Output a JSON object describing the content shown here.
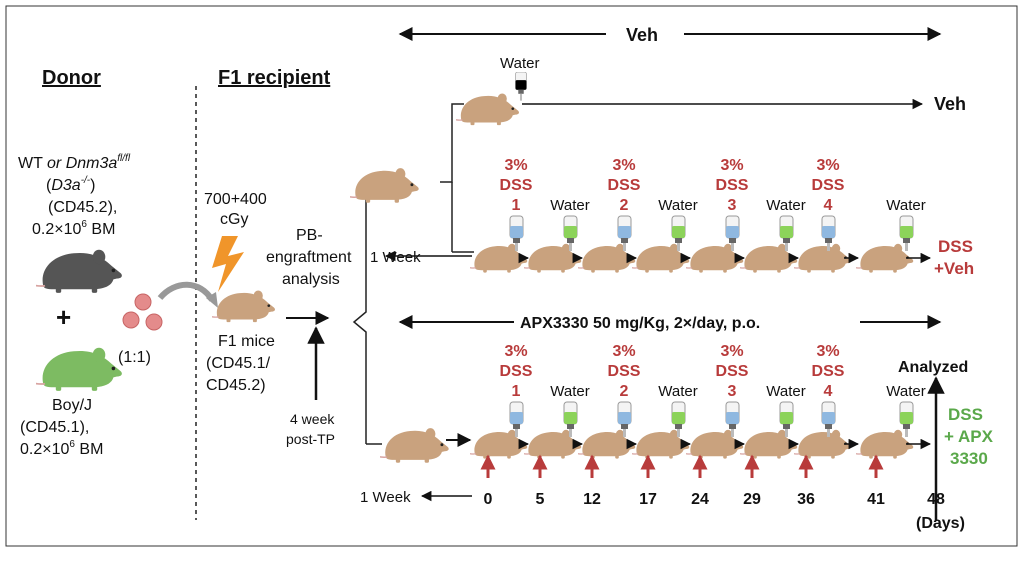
{
  "headers": {
    "donor": "Donor",
    "recipient": "F1 recipient"
  },
  "donor": {
    "wt_line1_a": "WT ",
    "wt_line1_b": "or Dnm3a",
    "wt_line1_sup": "fl/fl",
    "wt_line2": "D3a",
    "wt_line2_sup": "-/-",
    "wt_line3": "(CD45.2),",
    "wt_line4": "0.2×10",
    "wt_line4_sup": "6",
    "wt_line4_end": " BM",
    "plus": "+",
    "boy_line1": "Boy/J",
    "boy_line2": "(CD45.1),",
    "boy_line3": "0.2×10",
    "boy_line3_sup": "6",
    "boy_line3_end": " BM",
    "ratio": "(1:1)"
  },
  "recipient": {
    "dose_line1": "700+400",
    "dose_line2": "cGy",
    "mice_line1": "F1 mice",
    "mice_line2": "(CD45.1/",
    "mice_line3": "CD45.2)"
  },
  "analysis": {
    "line1": "PB-",
    "line2": "engraftment",
    "line3": "analysis",
    "timing1": "4 week",
    "timing2": "post-TP"
  },
  "arms": {
    "veh_top": "Veh",
    "veh_arm": "Veh",
    "water_top": "Water",
    "week_label_1": "1 Week",
    "week_label_2": "1 Week",
    "apx_label": "APX3330 50 mg/Kg, 2×/day, p.o.",
    "analyzed": "Analyzed",
    "dss_veh_1": "DSS",
    "dss_veh_2": "+Veh",
    "dss_apx_1": "DSS",
    "dss_apx_2": "+ APX",
    "dss_apx_3": "3330"
  },
  "cycles": [
    {
      "pct": "3%",
      "drug": "DSS",
      "num": "1"
    },
    {
      "pct": "3%",
      "drug": "DSS",
      "num": "2"
    },
    {
      "pct": "3%",
      "drug": "DSS",
      "num": "3"
    },
    {
      "pct": "3%",
      "drug": "DSS",
      "num": "4"
    }
  ],
  "water_label": "Water",
  "days": [
    "0",
    "5",
    "12",
    "17",
    "24",
    "29",
    "36",
    "41",
    "48"
  ],
  "days_unit": "(Days)",
  "colors": {
    "red": "#b83b3b",
    "green": "#5aa84a",
    "mouse_brown": "#c9a27e",
    "mouse_gray": "#555555",
    "mouse_green": "#7dbb62",
    "bolt": "#f0952a",
    "cells": "#e48b8b",
    "bottle_blue": "#8fb8e0",
    "bottle_green": "#8cd35a"
  }
}
